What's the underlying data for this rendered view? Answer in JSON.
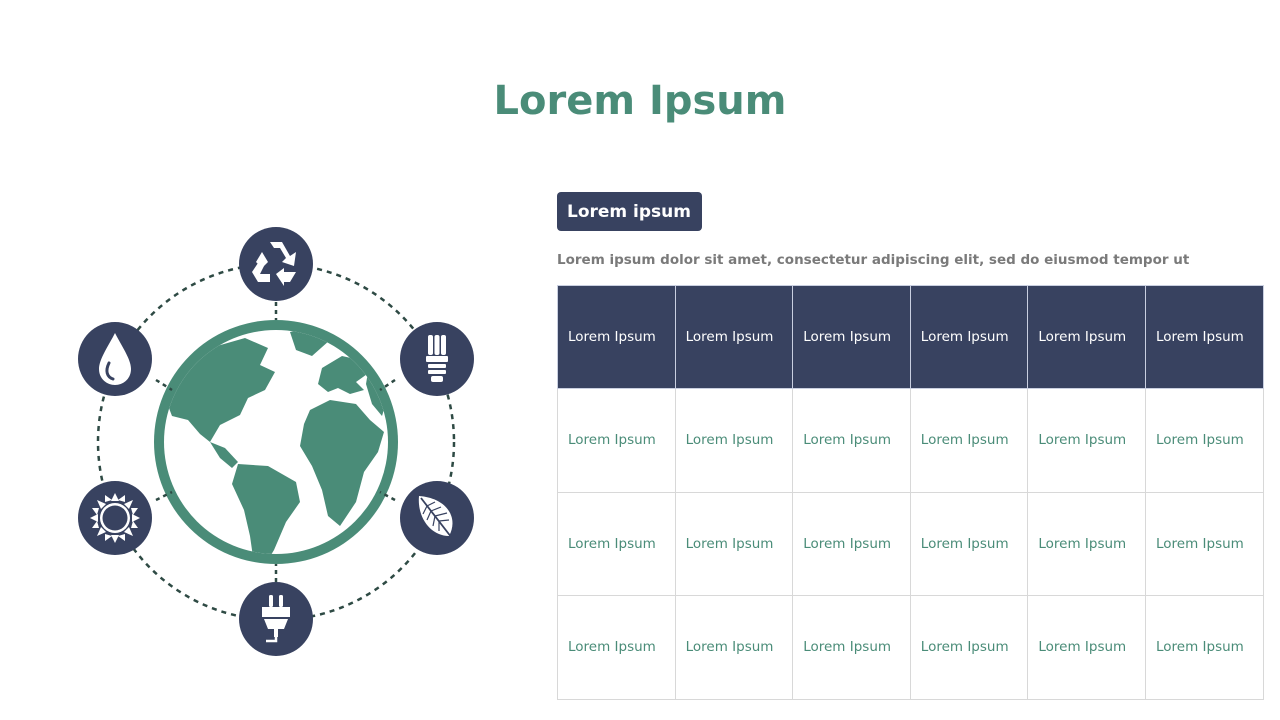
{
  "slide": {
    "title": "Lorem Ipsum",
    "subheading": "Lorem ipsum",
    "description": "Lorem ipsum dolor sit amet, consectetur adipiscing elit, sed do eiusmod tempor ut"
  },
  "graphic": {
    "center_icon": "globe-icon",
    "orbit_icons": [
      "recycle-icon",
      "light-bulb-icon",
      "leaf-icon",
      "plug-icon",
      "sun-icon",
      "water-drop-icon"
    ],
    "colors": {
      "icon_circle": "#384260",
      "globe": "#4a8c78",
      "dash": "#2e4a44"
    }
  },
  "table": {
    "headers": [
      "Lorem Ipsum",
      "Lorem Ipsum",
      "Lorem Ipsum",
      "Lorem Ipsum",
      "Lorem Ipsum",
      "Lorem Ipsum"
    ],
    "rows": [
      [
        "Lorem Ipsum",
        "Lorem Ipsum",
        "Lorem Ipsum",
        "Lorem Ipsum",
        "Lorem Ipsum",
        "Lorem Ipsum"
      ],
      [
        "Lorem Ipsum",
        "Lorem Ipsum",
        "Lorem Ipsum",
        "Lorem Ipsum",
        "Lorem Ipsum",
        "Lorem Ipsum"
      ],
      [
        "Lorem Ipsum",
        "Lorem Ipsum",
        "Lorem Ipsum",
        "Lorem Ipsum",
        "Lorem Ipsum",
        "Lorem Ipsum"
      ]
    ]
  },
  "colors": {
    "title": "#4a8c78",
    "header_bg": "#384260",
    "cell_text": "#4a8c78",
    "description": "#7a7a7a"
  }
}
